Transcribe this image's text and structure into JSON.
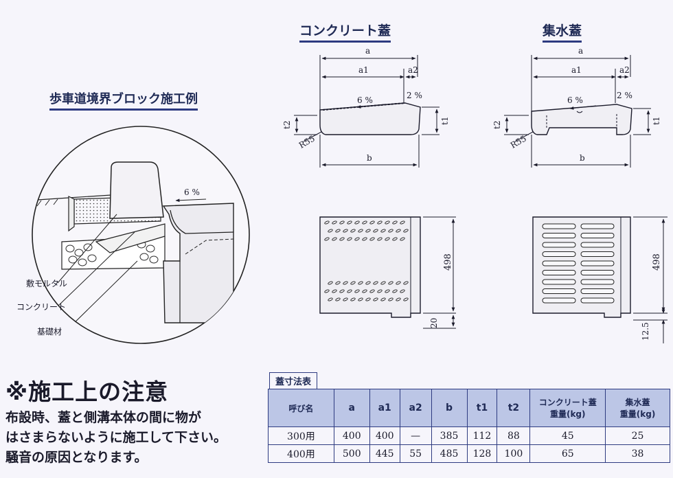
{
  "titles": {
    "concrete_cover": "コンクリート蓋",
    "collecting_cover": "集水蓋",
    "boundary_example": "歩車道境界ブロック施工例"
  },
  "diagram_labels": {
    "a": "a",
    "a1": "a1",
    "a2": "a2",
    "b": "b",
    "t1": "t1",
    "t2": "t2",
    "r55": "R55",
    "slope6": "6 %",
    "slope2": "2 %",
    "dim498": "498",
    "dim20": "20",
    "dim12_5": "12.5"
  },
  "detail_labels": {
    "mortar": "敷モルタル",
    "concrete": "コンクリート",
    "base": "基礎材",
    "slope6": "6 %"
  },
  "notice": {
    "title": "※施工上の注意",
    "lines": [
      "布設時、蓋と側溝本体の間に物が",
      "はさまらないように施工して下さい。",
      "騒音の原因となります。"
    ]
  },
  "table": {
    "caption": "蓋寸法表",
    "headers": [
      "呼び名",
      "a",
      "a1",
      "a2",
      "b",
      "t1",
      "t2",
      "コンクリート蓋\n重量(kg)",
      "集水蓋\n重量(kg)"
    ],
    "rows": [
      [
        "300用",
        "400",
        "400",
        "—",
        "385",
        "112",
        "88",
        "45",
        "25"
      ],
      [
        "400用",
        "500",
        "445",
        "55",
        "485",
        "128",
        "100",
        "65",
        "38"
      ]
    ]
  }
}
